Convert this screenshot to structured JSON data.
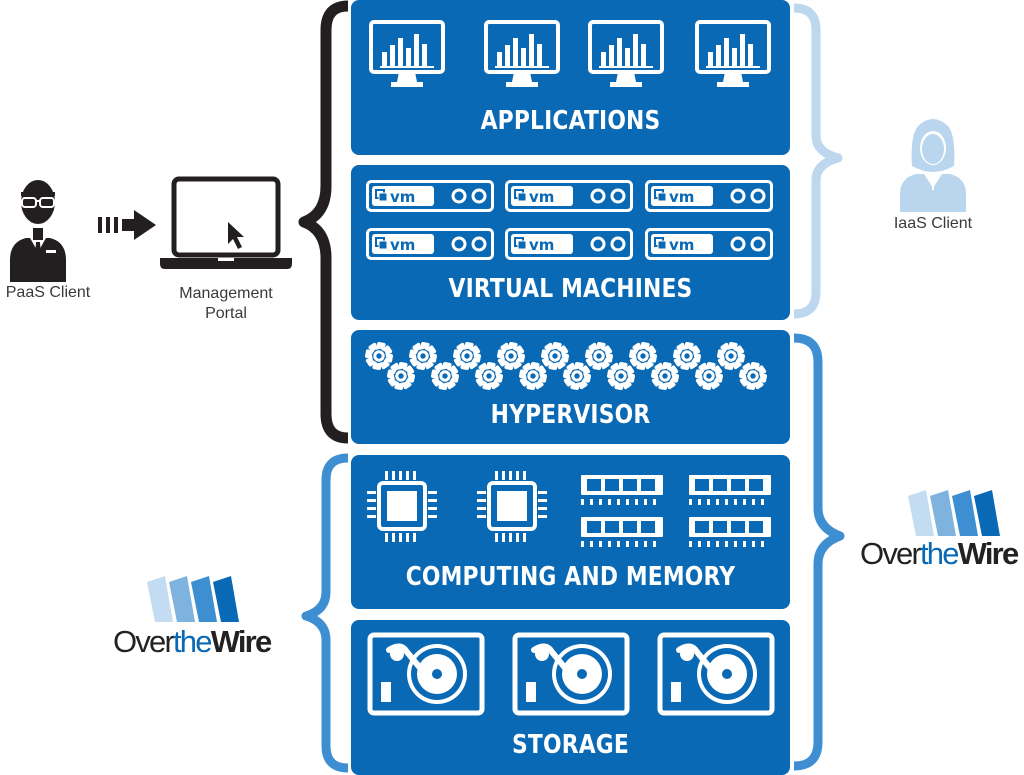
{
  "clients": {
    "paas_label": "PaaS Client",
    "portal_label_line1": "Management",
    "portal_label_line2": "Portal",
    "iaas_label": "IaaS Client"
  },
  "layers": {
    "applications": "APPLICATIONS",
    "virtual_machines": "VIRTUAL MACHINES",
    "hypervisor": "HYPERVISOR",
    "computing_memory": "COMPUTING AND MEMORY",
    "storage": "STORAGE"
  },
  "vm_badge": "vm",
  "logo": {
    "part1": "Over",
    "part2": "the",
    "part3": "Wire"
  },
  "colors": {
    "layer_blue": "#0a69b4",
    "brace_dark": "#231f20",
    "brace_light": "#bcd7ee",
    "brace_mid": "#3d8fd1",
    "iaas_icon": "#b9d6ee"
  }
}
